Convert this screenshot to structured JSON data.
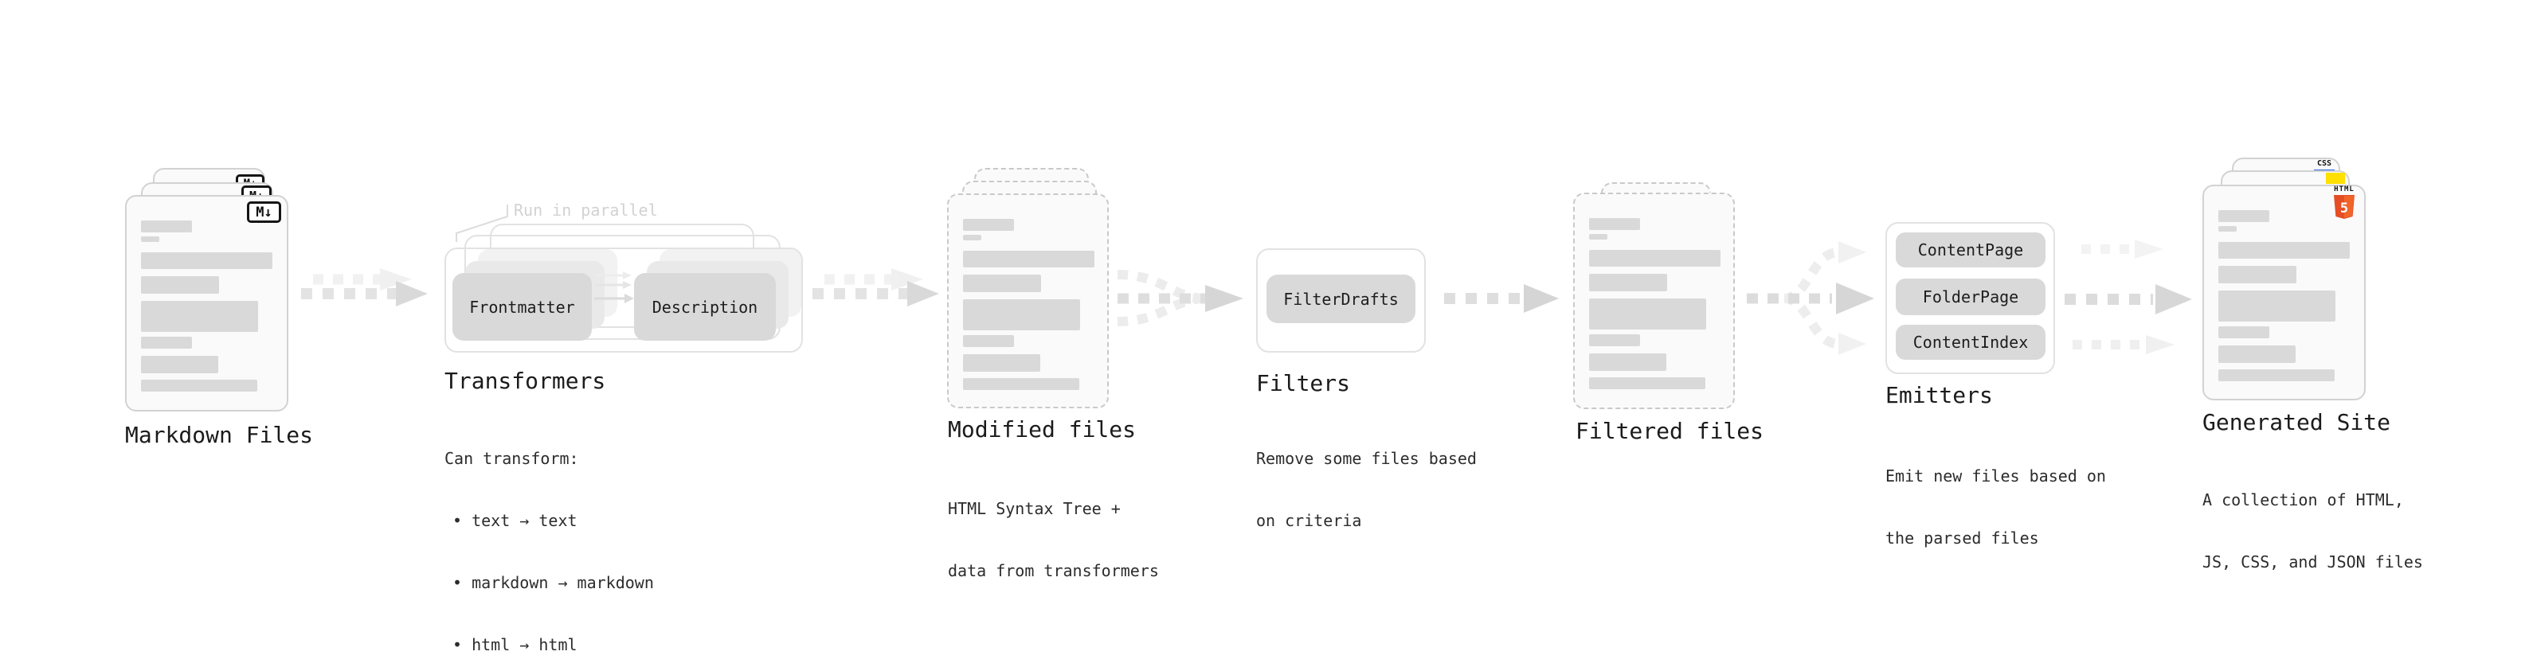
{
  "palette": {
    "css_blue": "#2c64e8",
    "js_yellow": "#ffe000",
    "html_orange_dark": "#e44d26",
    "html_orange_light": "#f16529"
  },
  "stages": {
    "markdown": {
      "title": "Markdown Files",
      "badge": "M↓"
    },
    "transformers": {
      "title": "Transformers",
      "parallel_note": "Run in parallel",
      "input_box": "Frontmatter",
      "output_box": "Description",
      "desc_heading": "Can transform:",
      "bullets": [
        "• text → text",
        "• markdown → markdown",
        "• html → html"
      ]
    },
    "modified": {
      "title": "Modified files",
      "desc_lines": [
        "HTML Syntax Tree +",
        "data from transformers"
      ]
    },
    "filters": {
      "title": "Filters",
      "filter_box": "FilterDrafts",
      "desc_lines": [
        "Remove some files based",
        "on criteria"
      ]
    },
    "filtered": {
      "title": "Filtered files"
    },
    "emitters": {
      "title": "Emitters",
      "emitter_boxes": [
        "ContentPage",
        "FolderPage",
        "ContentIndex"
      ],
      "desc_lines": [
        "Emit new files based on",
        "the parsed files"
      ]
    },
    "generated": {
      "title": "Generated Site",
      "badge_css": "CSS",
      "badge_html_label": "HTML",
      "badge_html_number": "5",
      "desc_lines": [
        "A collection of HTML,",
        "JS, CSS, and JSON files"
      ]
    }
  }
}
